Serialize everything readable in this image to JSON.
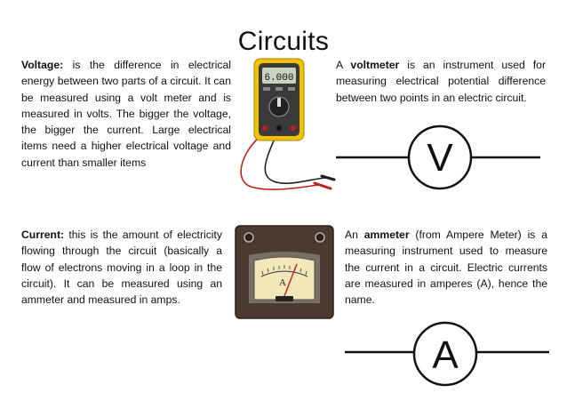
{
  "title": "Circuits",
  "voltage": {
    "term": "Voltage:",
    "text": " is the difference in electrical energy between two parts of a circuit. It can be measured using a volt meter and is measured in volts. The bigger the voltage, the bigger the current. Large electrical items need a higher electrical voltage and current than smaller items"
  },
  "voltmeter": {
    "prefix": "A ",
    "term": "voltmeter",
    "text": " is an instrument used for measuring electrical potential difference between two points in an electric circuit.",
    "symbol_letter": "V"
  },
  "current": {
    "term": "Current:",
    "text": " this is the amount of electricity flowing through the circuit (basically a flow of electrons moving in a loop in the circuit). It can be measured using an ammeter and measured in amps."
  },
  "ammeter": {
    "prefix": "An ",
    "term": "ammeter",
    "text": " (from Ampere Meter) is a measuring instrument used to measure the current in a circuit. Electric currents are measured in amperes (A), hence the name.",
    "symbol_letter": "A"
  },
  "multimeter_display": "6.000",
  "ammeter_dial_letter": "A",
  "colors": {
    "multimeter_body": "#f2c200",
    "multimeter_face": "#3a3a3a",
    "ammeter_case": "#4a3a32",
    "ammeter_dial": "#f1e7b8",
    "probe_red": "#c0201c"
  }
}
